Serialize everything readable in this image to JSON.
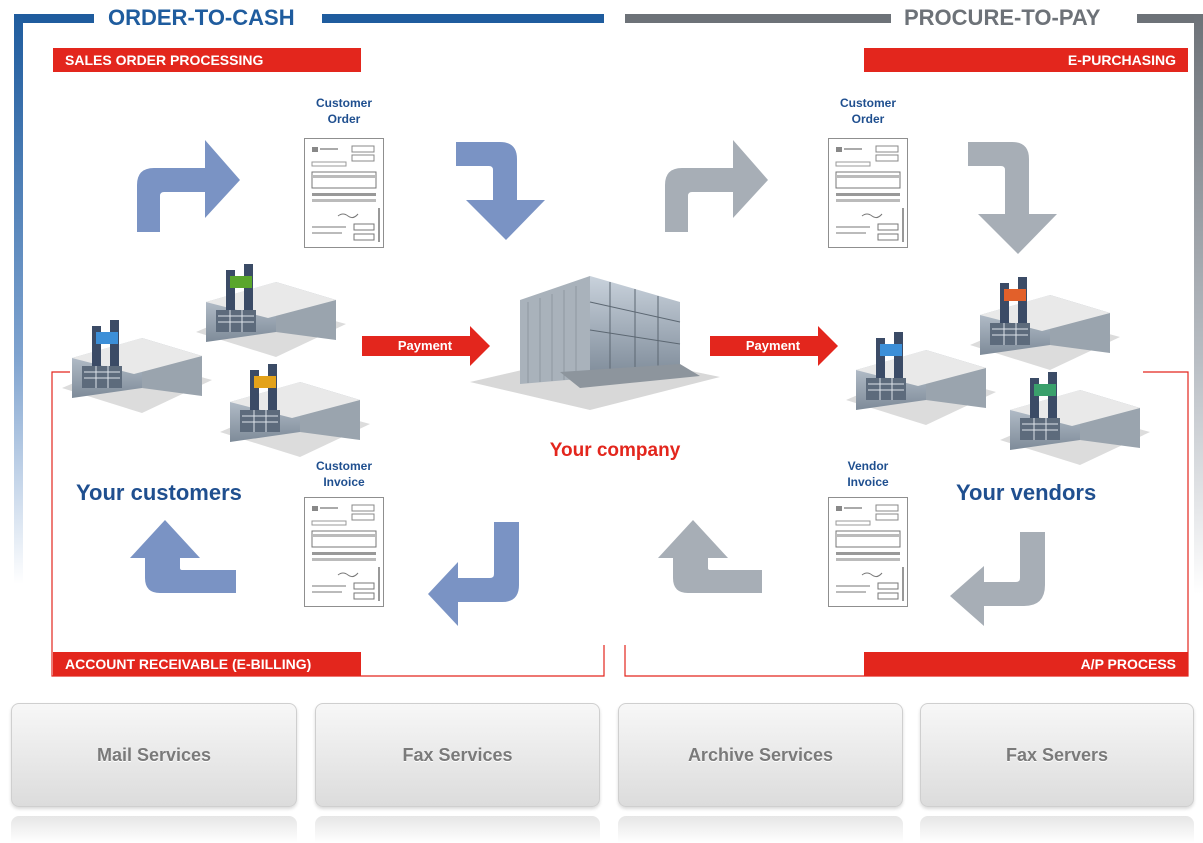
{
  "order_to_cash": {
    "title": "ORDER-TO-CASH",
    "top_bar": "SALES ORDER PROCESSING",
    "bottom_bar": "ACCOUNT RECEIVABLE (E-BILLING)",
    "order_label": [
      "Customer",
      "Order"
    ],
    "invoice_label": [
      "Customer",
      "Invoice"
    ],
    "customers_label": "Your customers",
    "color": "#1f5c9e",
    "arrow_color": "#7a93c4"
  },
  "procure_to_pay": {
    "title": "PROCURE-TO-PAY",
    "top_bar": "E-PURCHASING",
    "bottom_bar": "A/P PROCESS",
    "order_label": [
      "Customer",
      "Order"
    ],
    "invoice_label": [
      "Vendor",
      "Invoice"
    ],
    "vendors_label": "Your vendors",
    "color": "#6d7278",
    "arrow_color": "#a7aeb6"
  },
  "center": {
    "company_label": "Your company",
    "payment_left": "Payment",
    "payment_right": "Payment"
  },
  "services": [
    "Mail Services",
    "Fax Services",
    "Archive Services",
    "Fax Servers"
  ],
  "colors": {
    "red": "#e3261d",
    "navy": "#1f4f8f"
  }
}
